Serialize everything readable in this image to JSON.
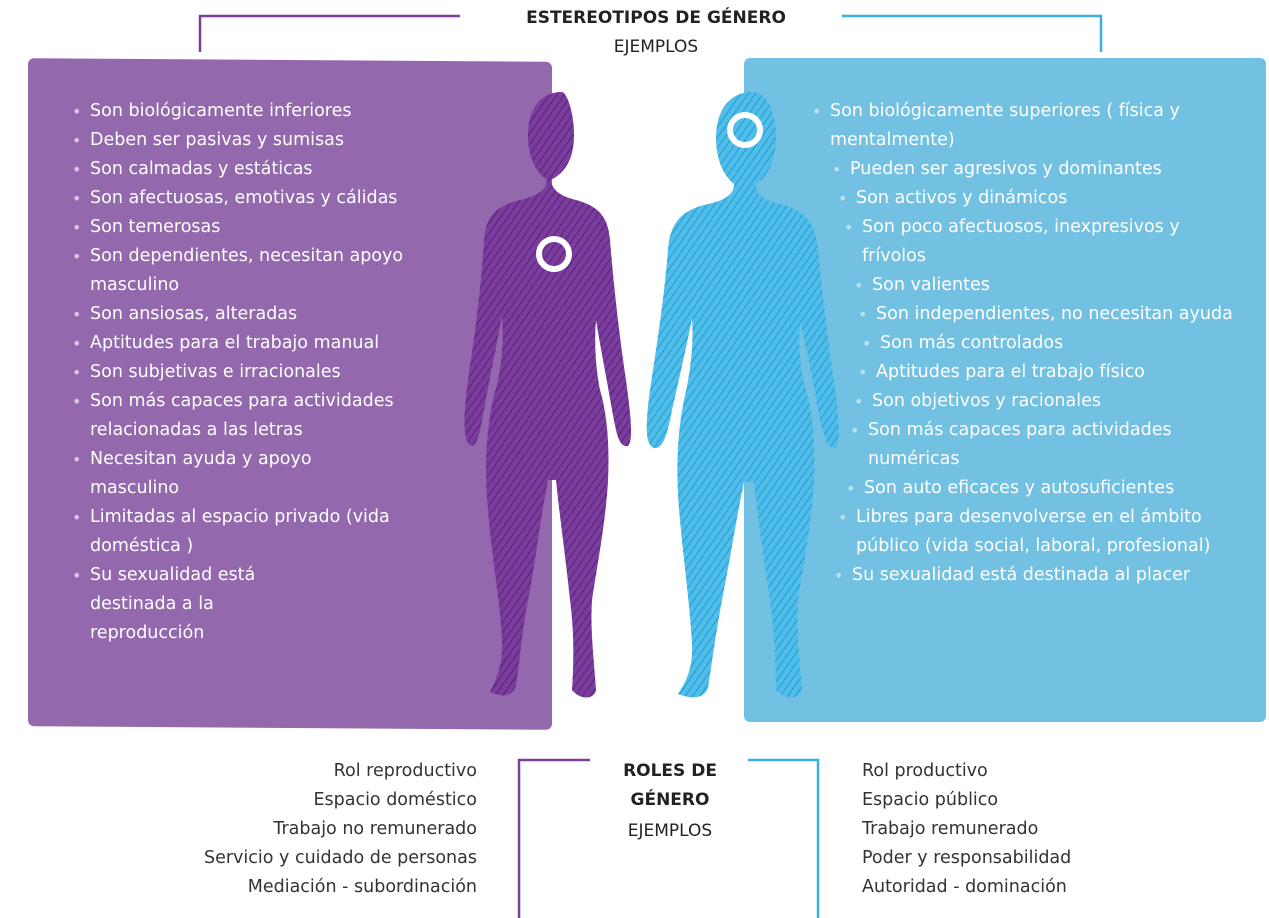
{
  "header": {
    "title": "ESTEREOTIPOS DE GÉNERO",
    "subtitle": "EJEMPLOS"
  },
  "female": {
    "color": "#9468ad",
    "figure_color": "#6a2d8c",
    "items": [
      "Son biológicamente inferiores",
      "Deben ser pasivas y sumisas",
      "Son calmadas y estáticas",
      "Son afectuosas, emotivas y cálidas",
      "Son temerosas",
      "Son dependientes, necesitan apoyo masculino",
      "Son ansiosas, alteradas",
      "Aptitudes para el trabajo manual",
      "Son subjetivas e irracionales",
      "Son más capaces para actividades relacionadas a las letras",
      "Necesitan ayuda y apoyo masculino",
      "Limitadas al espacio privado (vida doméstica )",
      "Su sexualidad está destinada a la reproducción"
    ]
  },
  "male": {
    "color": "#72c1e2",
    "figure_color": "#3ab0e2",
    "items": [
      "Son biológicamente superiores ( física y mentalmente)",
      "Pueden ser agresivos y dominantes",
      "Son activos y dinámicos",
      "Son poco afectuosos, inexpresivos y frívolos",
      "Son valientes",
      "Son independientes, no necesitan ayuda",
      "Son más controlados",
      "Aptitudes para el trabajo físico",
      "Son objetivos y racionales",
      "Son más capaces para actividades numéricas",
      "Son auto eficaces y autosuficientes",
      "Libres para desenvolverse en el ámbito público (vida social, laboral, profesional)",
      "Su sexualidad está destinada al placer"
    ]
  },
  "roles": {
    "title_line1": "ROLES DE",
    "title_line2": "GÉNERO",
    "subtitle": "EJEMPLOS",
    "female": [
      "Rol reproductivo",
      "Espacio doméstico",
      "Trabajo no remunerado",
      "Servicio y cuidado de personas",
      "Mediación - subordinación"
    ],
    "male": [
      "Rol productivo",
      "Espacio público",
      "Trabajo remunerado",
      "Poder y responsabilidad",
      "Autoridad - dominación"
    ]
  }
}
